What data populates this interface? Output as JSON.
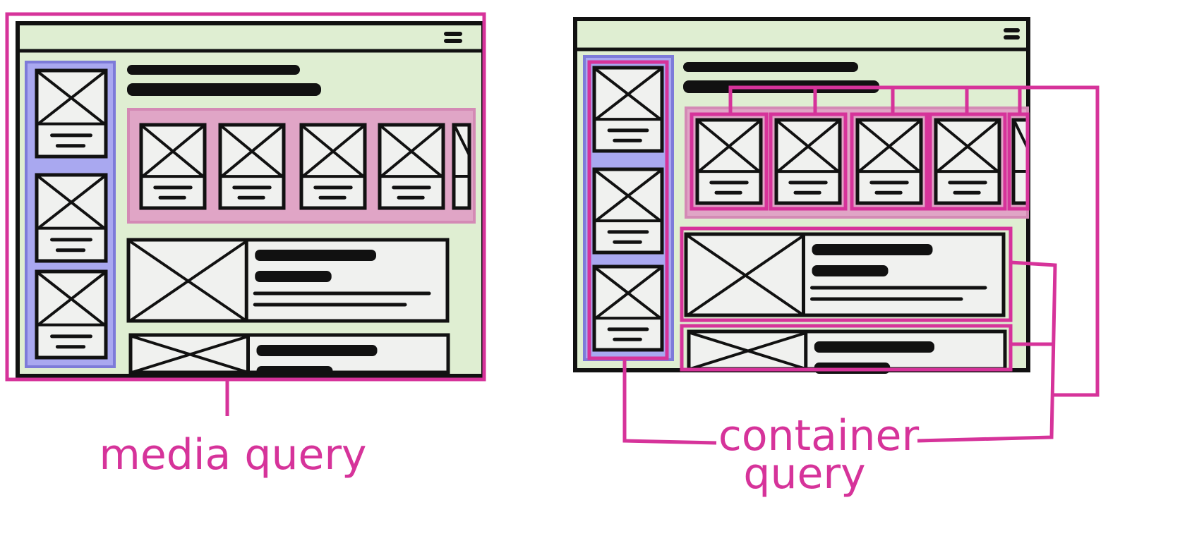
{
  "colors": {
    "magenta": "#d6339a",
    "outline": "#111111",
    "page_bg": "#dfeed2",
    "sidebar": "#a9a8f0",
    "sidebar_border": "#7d7bd9",
    "carousel": "#e0a5c6",
    "carousel_border": "#d48ab5",
    "card": "#f0f1ef"
  },
  "labels": {
    "media_query": "media query",
    "container_query_line1": "container",
    "container_query_line2": "query"
  },
  "icons": {
    "menu": "hamburger-menu-icon",
    "placeholder": "image-placeholder-icon"
  },
  "counts": {
    "sidebar_cards": 3,
    "carousel_cards": 5,
    "feature_cards": 2
  }
}
